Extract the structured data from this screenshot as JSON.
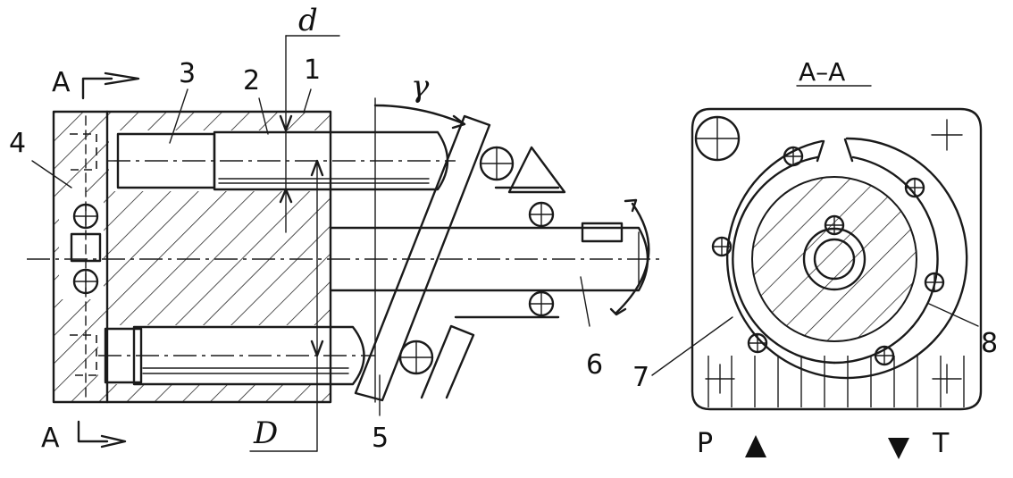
{
  "labels": {
    "n1": "1",
    "n2": "2",
    "n3": "3",
    "n4": "4",
    "n5": "5",
    "n6": "6",
    "n7": "7",
    "n8": "8",
    "d_small": "d",
    "d_big": "D",
    "gamma": "γ",
    "section_top": "A",
    "section_bottom": "A",
    "section_title": "A–A",
    "port_p": "P",
    "port_t": "T"
  }
}
